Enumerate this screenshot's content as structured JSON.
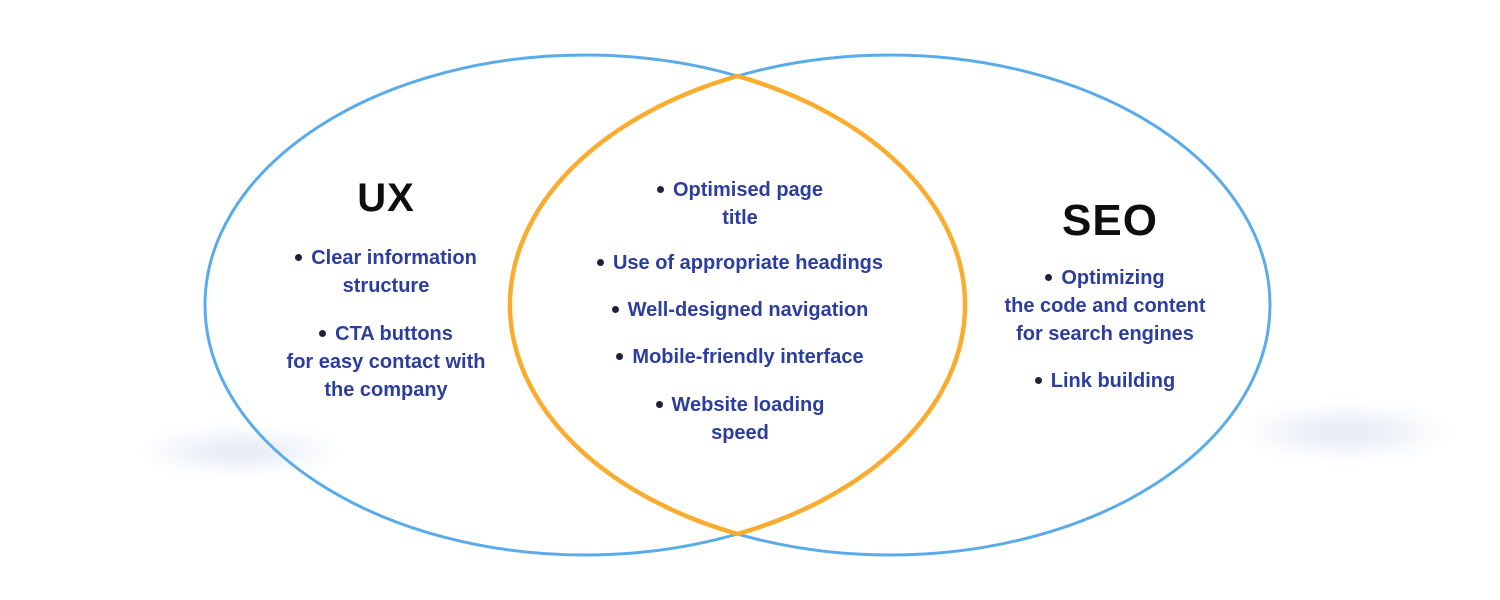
{
  "diagram": {
    "type": "venn",
    "left": {
      "title": "UX",
      "items": [
        {
          "lines": [
            "Clear information",
            "structure"
          ]
        },
        {
          "lines": [
            "CTA buttons",
            "for easy contact with",
            "the company"
          ]
        }
      ]
    },
    "intersection": {
      "items": [
        {
          "lines": [
            "Optimised page",
            "title"
          ]
        },
        {
          "lines": [
            "Use of appropriate headings"
          ]
        },
        {
          "lines": [
            "Well-designed navigation"
          ]
        },
        {
          "lines": [
            "Mobile-friendly interface"
          ]
        },
        {
          "lines": [
            "Website loading",
            "speed"
          ]
        }
      ]
    },
    "right": {
      "title": "SEO",
      "items": [
        {
          "lines": [
            "Optimizing",
            "the code and content",
            "for search engines"
          ]
        },
        {
          "lines": [
            "Link building"
          ]
        }
      ]
    },
    "colors": {
      "left_circle": "#5aabe9",
      "right_circle": "#5aabe9",
      "intersection_outline": "#f9ac2e",
      "item_text": "#2c3e9d",
      "title_text": "#0e0e0e",
      "bullet": "#20203a"
    }
  }
}
